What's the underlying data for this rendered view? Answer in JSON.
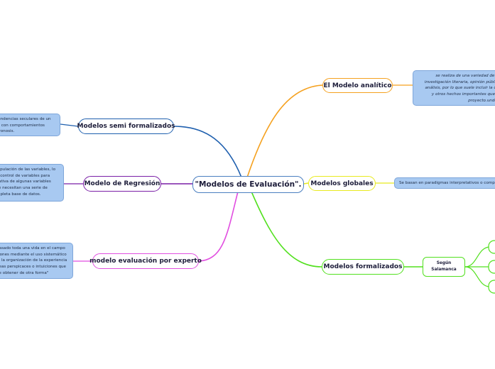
{
  "central": {
    "label": "\"Modelos de Evaluación\"."
  },
  "branches": {
    "analitico": {
      "label": "El Modelo analítico"
    },
    "globales": {
      "label": "Modelos globales"
    },
    "formalizados": {
      "label": "Modelos formalizados"
    },
    "semi": {
      "label": "Modelos semi formalizados"
    },
    "regresion": {
      "label": "Modelo de Regresión"
    },
    "experto": {
      "label": "modelo evaluación por experto"
    }
  },
  "subnodes": {
    "segun": {
      "line1": "Según",
      "line2": "Salamanca"
    }
  },
  "notes": {
    "analitico": [
      "se realiza de una variedad de mane",
      "investigación literaria, opinión pública, pr",
      "análisis, por lo que suele incluir la compil",
      "y otros hechos importantes que son n",
      "proyecto.undefined"
    ],
    "globales": [
      "Se basan en paradigmas interpretativos o compr"
    ],
    "semi": [
      "tendencias seculares de un",
      "la con comportamientos",
      "pronosis."
    ],
    "regresion": [
      "nipulación de las variables, lo",
      "e control de variables para",
      "cativa de algunas variables",
      "se necesitan una serie de",
      "mpleta base de datos."
    ],
    "experto": [
      "pasado toda una vida en el campo",
      "ciones mediante el uso sistemático",
      "a, la organización de la experiencia",
      "deas perspicaces o intuiciones que",
      "de obtener de otra forma\""
    ]
  },
  "colors": {
    "central_border": "#4a7fc0",
    "analitico": "#f5a11f",
    "globales": "#e8ea1e",
    "formalizados": "#52e01e",
    "semi": "#1e5fae",
    "regresion": "#7a1fa6",
    "experto": "#e14ee0",
    "note_fill": "#a8c9f1"
  }
}
